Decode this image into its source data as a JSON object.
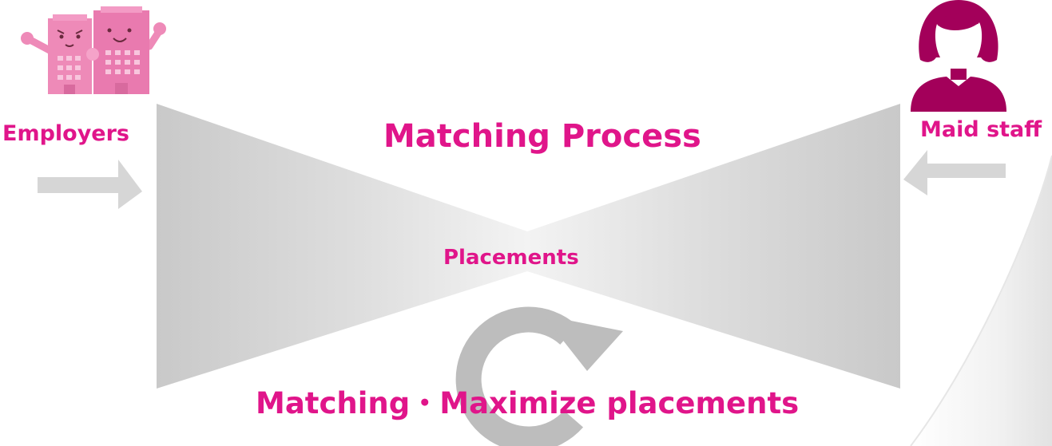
{
  "diagram": {
    "title": "Matching Process",
    "left_party": "Employers",
    "right_party": "Maid staff",
    "center": "Placements",
    "bottom": "Matching・Maximize placements"
  },
  "icons": {
    "left": "employer-buildings-icon",
    "right": "female-staff-icon",
    "cycle": "cycle-arrow-icon",
    "arrows": [
      "arrow-right-icon",
      "arrow-left-icon"
    ]
  },
  "colors": {
    "accent": "#e0158a",
    "staff_icon": "#a3005a",
    "building_pink": "#ee8ab8",
    "funnel_grey": "#d2d2d2"
  }
}
